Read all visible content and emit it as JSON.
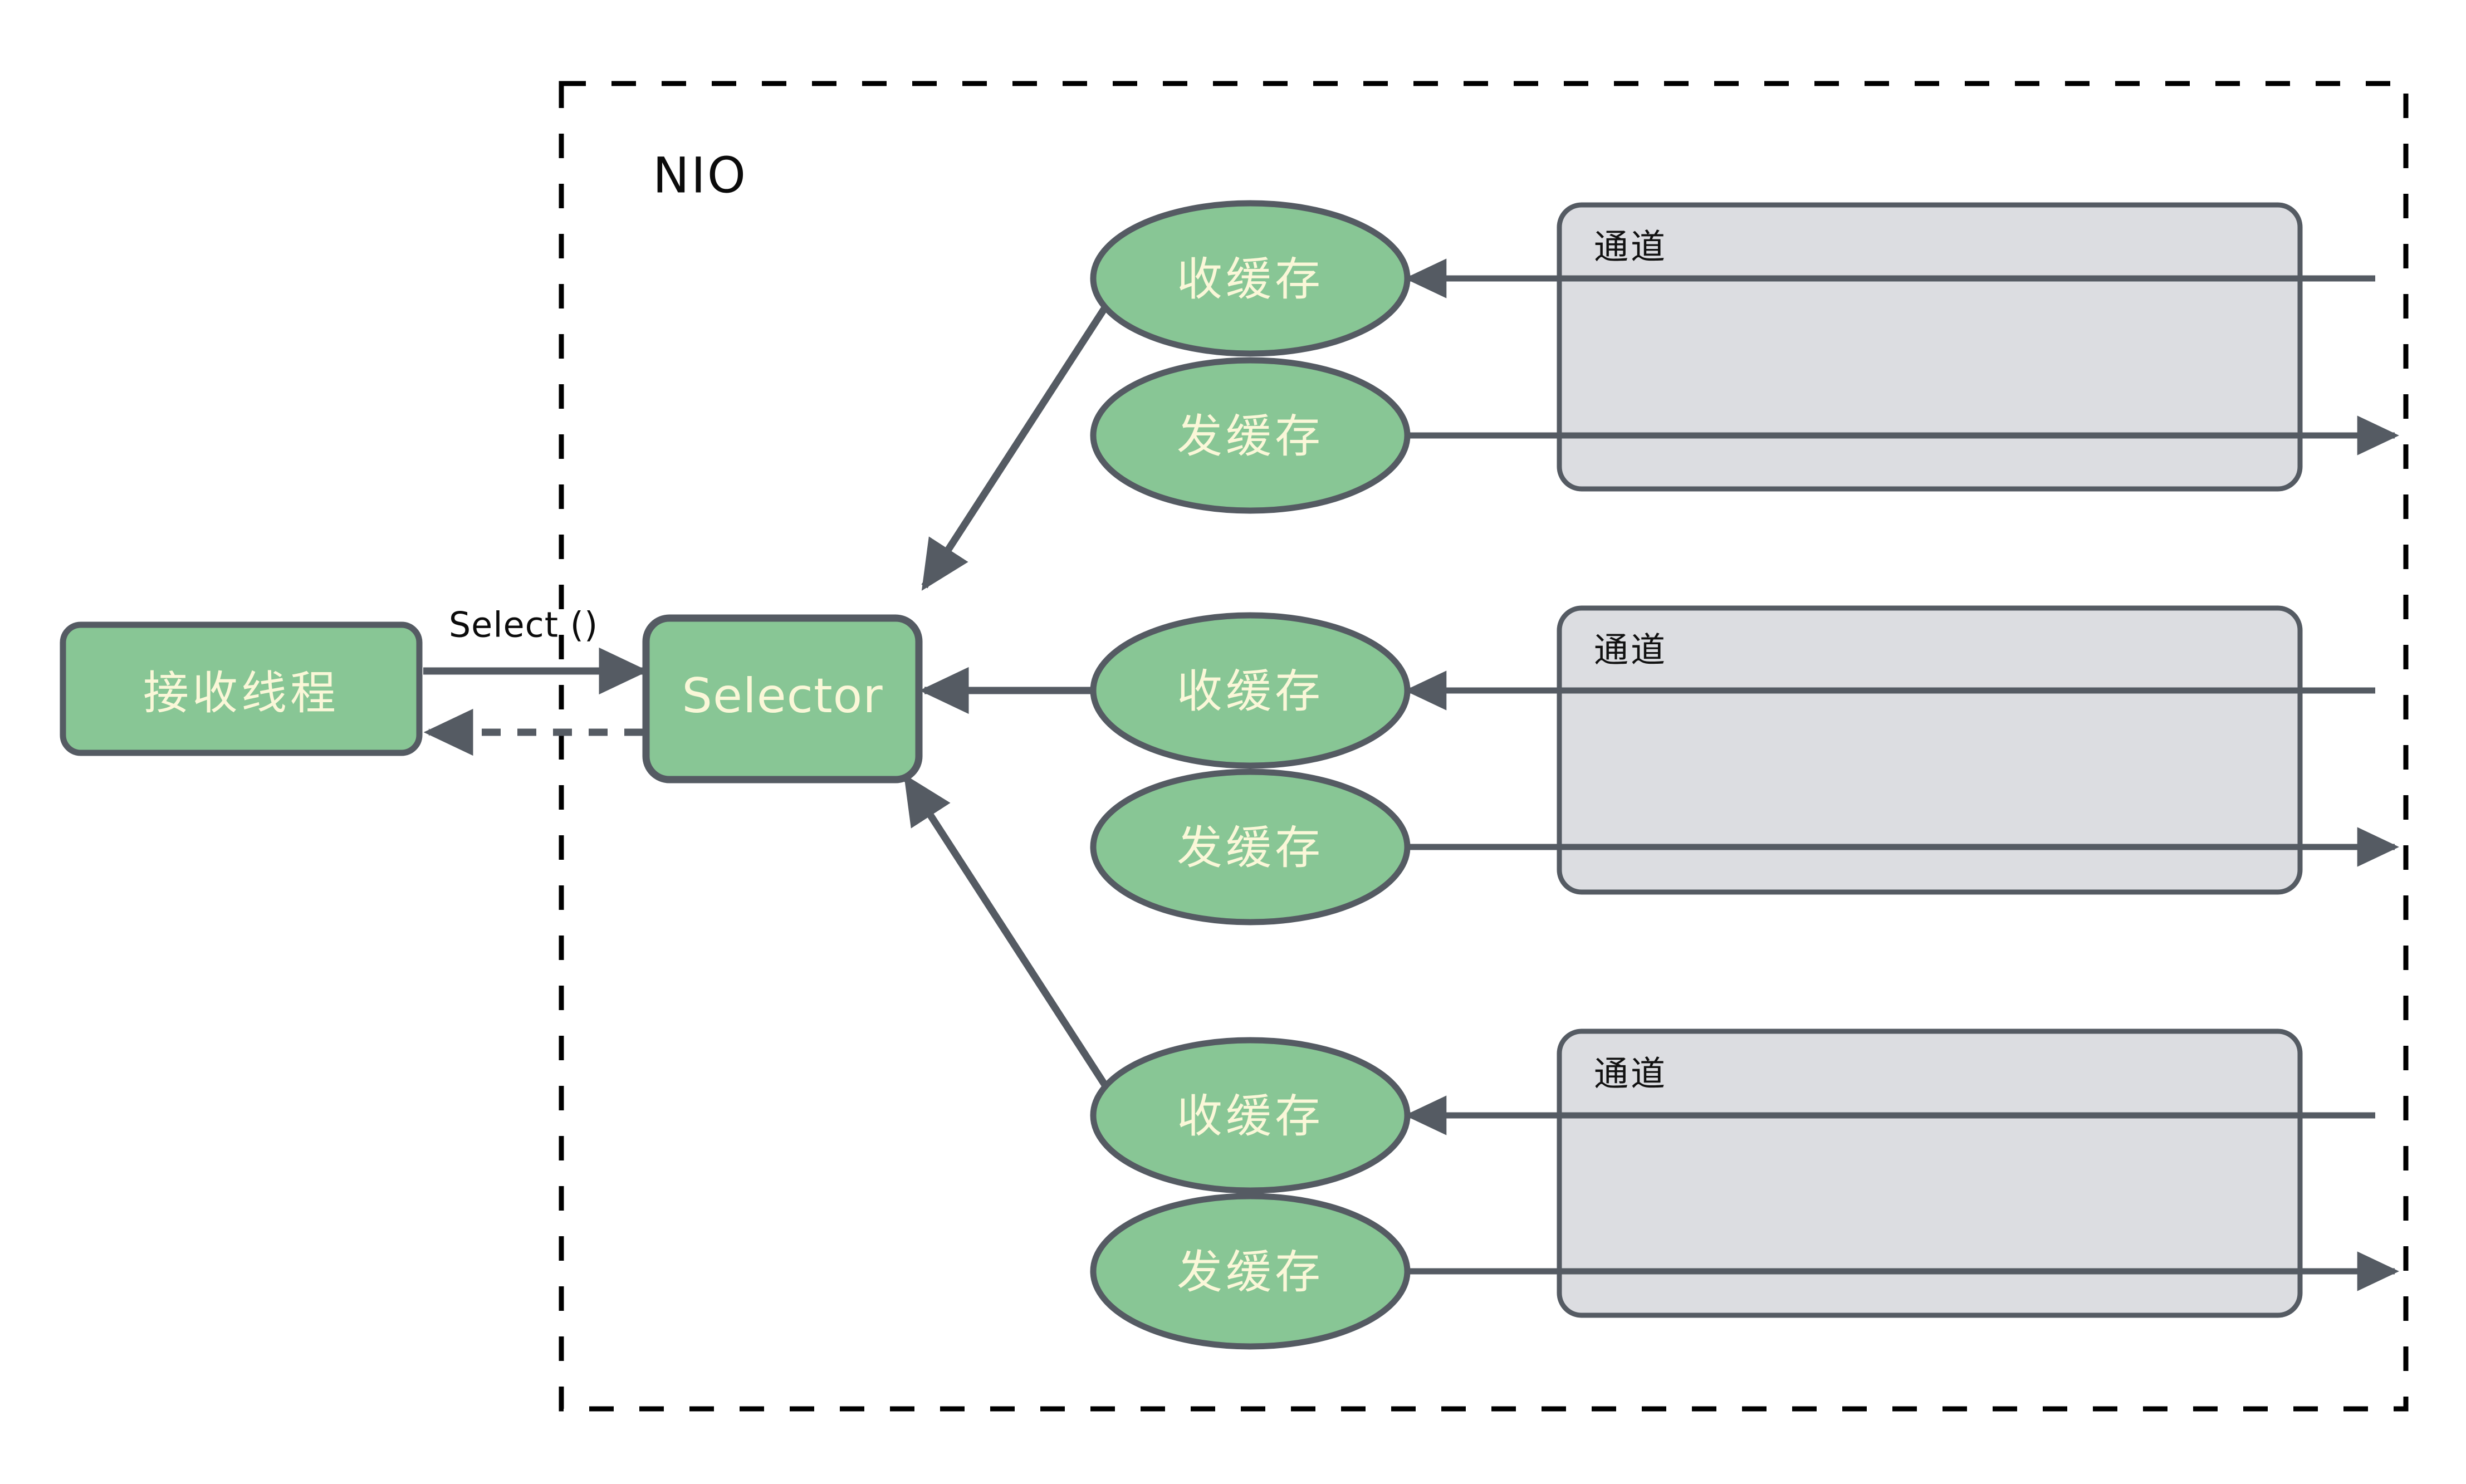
{
  "diagram": {
    "title_region": {
      "label": "NIO"
    },
    "colors": {
      "node_fill": "#88c695",
      "node_stroke": "#555b63",
      "node_text": "#faf7d8",
      "channel_fill": "#dcdde1",
      "channel_stroke": "#555b63",
      "edge": "#555b63",
      "container_border": "#000000",
      "background": "#ffffff"
    },
    "nodes": {
      "receive_thread": {
        "label": "接收线程",
        "shape": "rounded-rect"
      },
      "selector": {
        "label": "Selector",
        "shape": "rounded-rect"
      }
    },
    "edges": {
      "select_call": {
        "label": "Select ()",
        "style": "solid",
        "direction": "right"
      },
      "select_return": {
        "label": "",
        "style": "dashed",
        "direction": "left"
      }
    },
    "groups": [
      {
        "id": "group-1",
        "recv_buffer_label": "收缓存",
        "send_buffer_label": "发缓存",
        "channel_label": "通道"
      },
      {
        "id": "group-2",
        "recv_buffer_label": "收缓存",
        "send_buffer_label": "发缓存",
        "channel_label": "通道"
      },
      {
        "id": "group-3",
        "recv_buffer_label": "收缓存",
        "send_buffer_label": "发缓存",
        "channel_label": "通道"
      }
    ]
  }
}
